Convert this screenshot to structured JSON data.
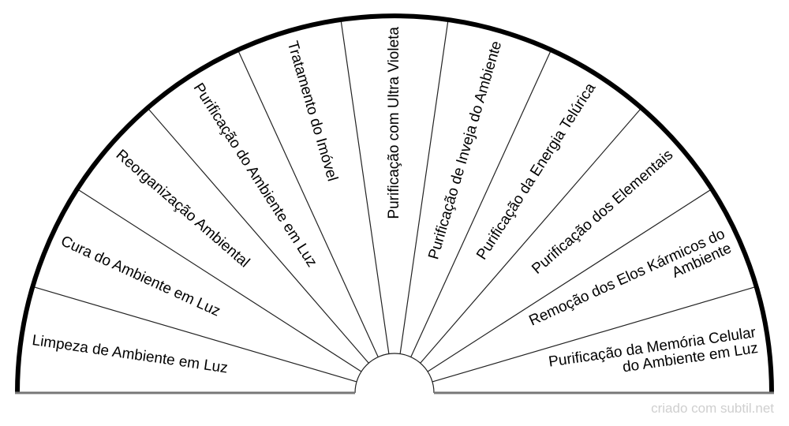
{
  "title": "Pêndulo - Purificação de Ambientes",
  "sectors": [
    {
      "lines": [
        "Limpeza de Ambiente em Luz"
      ]
    },
    {
      "lines": [
        "Cura do Ambiente em Luz"
      ]
    },
    {
      "lines": [
        "Reorganização Ambiental"
      ]
    },
    {
      "lines": [
        "Purificação do Ambiente em Luz"
      ]
    },
    {
      "lines": [
        "Tratamento do Imóvel"
      ]
    },
    {
      "lines": [
        "Purificação com Ultra Violeta"
      ]
    },
    {
      "lines": [
        "Purificação de Inveja do Ambiente"
      ]
    },
    {
      "lines": [
        "Purificação da Energia Telúrica"
      ]
    },
    {
      "lines": [
        "Purificação dos Elementais"
      ]
    },
    {
      "lines": [
        "Remoção dos Elos Kármicos do",
        "Ambiente"
      ]
    },
    {
      "lines": [
        "Purificação da Memória Celular",
        "do Ambiente em Luz"
      ]
    }
  ],
  "footer": "criado com subtil.net",
  "colors": {
    "outline": "#000000",
    "divider": "#222222",
    "baseline": "#777777",
    "footer_text": "#cfcfcf"
  }
}
